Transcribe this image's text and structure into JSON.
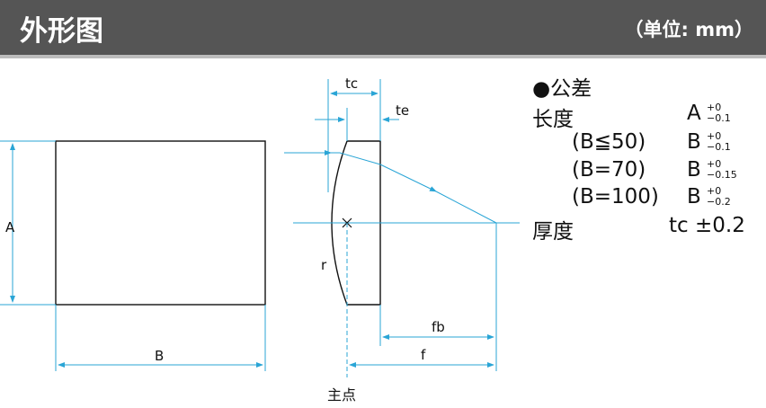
{
  "header": {
    "title": "外形图",
    "unit": "（单位: mm）"
  },
  "colors": {
    "header_bg": "#555555",
    "header_rule": "#bcbcbc",
    "dimension": "#2aa5d6",
    "outline": "#111111"
  },
  "labels": {
    "A": "A",
    "B": "B",
    "tc": "tc",
    "te": "te",
    "r": "r",
    "fb": "fb",
    "f": "f",
    "principal_point": "主点"
  },
  "tolerance": {
    "heading": "●公差",
    "rows": [
      {
        "label": "长度",
        "symbol": "A",
        "upper": "+0",
        "lower": "−0.1"
      },
      {
        "label": "(B≦50)",
        "symbol": "B",
        "upper": "+0",
        "lower": "−0.1"
      },
      {
        "label": "(B=70)",
        "symbol": "B",
        "upper": "+0",
        "lower": "−0.15"
      },
      {
        "label": "(B=100)",
        "symbol": "B",
        "upper": "+0",
        "lower": "−0.2"
      }
    ],
    "thickness": {
      "label": "厚度",
      "value": "tc ±0.2"
    }
  }
}
